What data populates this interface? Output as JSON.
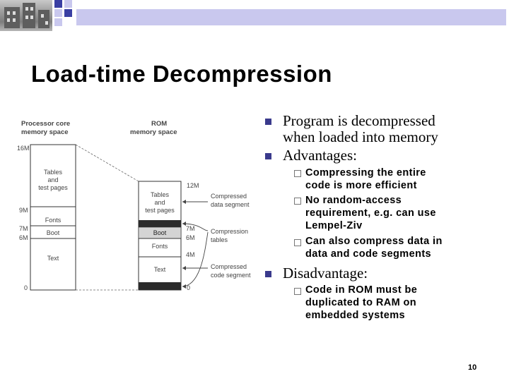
{
  "slide": {
    "title": "Load-time Decompression",
    "page_number": "10"
  },
  "diagram": {
    "left_header": [
      "Processor core",
      "memory space"
    ],
    "right_header": [
      "ROM",
      "memory space"
    ],
    "left_axis": [
      "16M",
      "9M",
      "7M",
      "6M",
      "0"
    ],
    "left_blocks": [
      {
        "label": [
          "Tables",
          "and",
          "test pages"
        ]
      },
      {
        "label": [
          "Fonts"
        ]
      },
      {
        "label": [
          "Boot"
        ]
      },
      {
        "label": [
          "Text"
        ]
      }
    ],
    "right_blocks": [
      {
        "label": [
          "Tables",
          "and",
          "test pages"
        ]
      },
      {
        "label": [
          "Boot"
        ]
      },
      {
        "label": [
          "Fonts"
        ]
      },
      {
        "label": [
          "Text"
        ]
      }
    ],
    "right_axis": [
      "12M",
      "7M",
      "6M",
      "4M",
      "0"
    ],
    "annotations": [
      {
        "lines": [
          "Compressed",
          "data segment"
        ]
      },
      {
        "lines": [
          "Compression",
          "tables"
        ]
      },
      {
        "lines": [
          "Compressed",
          "code segment"
        ]
      }
    ]
  },
  "bullets": {
    "item1": [
      "Program is decompressed",
      "when loaded into memory"
    ],
    "item2": "Advantages:",
    "sub1": [
      "Compressing the entire",
      "code is more efficient"
    ],
    "sub2": [
      "No random-access",
      "requirement, e.g. can use",
      "Lempel-Ziv"
    ],
    "sub3": [
      "Can also compress data in",
      "data and code segments"
    ],
    "item3": "Disadvantage:",
    "sub4": [
      "Code in ROM must be",
      "duplicated to RAM on",
      "embedded systems"
    ]
  },
  "colors": {
    "accent_blue": "#3a3fa3",
    "accent_lavender": "#c9c8ee",
    "bullet_mark": "#3a3a8c"
  }
}
